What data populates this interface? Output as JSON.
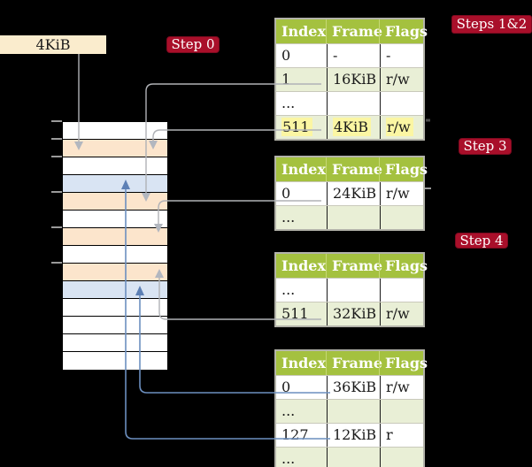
{
  "colors": {
    "background": "#000000",
    "badge_red": "#a90f2a",
    "header_green": "#a4c13f",
    "row_green": "#e9efd6",
    "row_white": "#ffffff",
    "peach": "#fce5cc",
    "blue_row": "#d9e4f3",
    "highlight_yellow": "#fbf6a3",
    "cream": "#faeccd",
    "gray_line": "#b0b2b6",
    "blue_line": "#6c8fbf"
  },
  "legend_box": {
    "label": "4KiB"
  },
  "badges": {
    "step0": "Step 0",
    "steps12": "Steps 1&2",
    "step3": "Step 3",
    "step4": "Step 4"
  },
  "memory_column": {
    "rows": [
      "white",
      "peach",
      "white",
      "blue",
      "peach",
      "white",
      "peach",
      "white",
      "peach",
      "blue",
      "white",
      "white",
      "white",
      "white"
    ]
  },
  "tables": [
    {
      "id": "page-table-steps-1-2",
      "headers": [
        "Index",
        "Frame",
        "Flags"
      ],
      "rows": [
        {
          "cells": [
            "0",
            "-",
            "-"
          ],
          "variant": "white",
          "highlight": false
        },
        {
          "cells": [
            "1",
            "16KiB",
            "r/w"
          ],
          "variant": "green",
          "highlight": false
        },
        {
          "cells": [
            "...",
            "",
            ""
          ],
          "variant": "white",
          "highlight": false
        },
        {
          "cells": [
            "511",
            "4KiB",
            "r/w"
          ],
          "variant": "green",
          "highlight": true
        }
      ]
    },
    {
      "id": "page-table-step-3",
      "headers": [
        "Index",
        "Frame",
        "Flags"
      ],
      "rows": [
        {
          "cells": [
            "0",
            "24KiB",
            "r/w"
          ],
          "variant": "white",
          "highlight": false
        },
        {
          "cells": [
            "...",
            "",
            ""
          ],
          "variant": "green",
          "highlight": false
        }
      ]
    },
    {
      "id": "page-table-step-4",
      "headers": [
        "Index",
        "Frame",
        "Flags"
      ],
      "rows": [
        {
          "cells": [
            "...",
            "",
            ""
          ],
          "variant": "white",
          "highlight": false
        },
        {
          "cells": [
            "511",
            "32KiB",
            "r/w"
          ],
          "variant": "green",
          "highlight": false
        }
      ]
    },
    {
      "id": "page-table-final",
      "headers": [
        "Index",
        "Frame",
        "Flags"
      ],
      "rows": [
        {
          "cells": [
            "0",
            "36KiB",
            "r/w"
          ],
          "variant": "white",
          "highlight": false
        },
        {
          "cells": [
            "...",
            "",
            ""
          ],
          "variant": "green",
          "highlight": false
        },
        {
          "cells": [
            "127",
            "12KiB",
            "r"
          ],
          "variant": "white",
          "highlight": false
        },
        {
          "cells": [
            "...",
            "",
            ""
          ],
          "variant": "green",
          "highlight": false
        }
      ]
    }
  ]
}
